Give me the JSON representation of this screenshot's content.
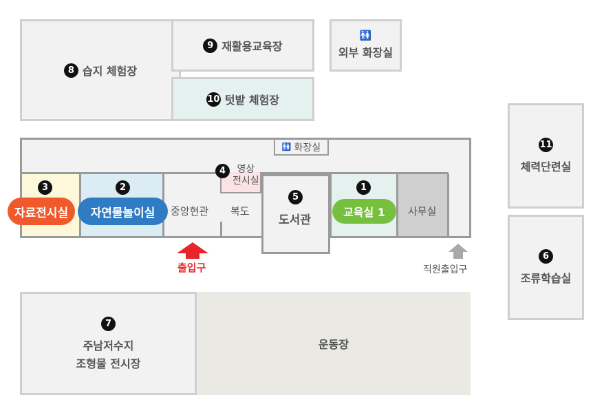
{
  "rooms": {
    "wetland": {
      "num": "8",
      "label": "습지 체험장"
    },
    "rehab": {
      "num": "9",
      "label": "재활용교육장"
    },
    "restroom_out": {
      "icon": "restroom-icon",
      "label": "외부 화장실"
    },
    "garden": {
      "num": "10",
      "label": "텃밭 체험장"
    },
    "fitness": {
      "num": "11",
      "label": "체력단련실"
    },
    "bird": {
      "num": "6",
      "label": "조류학습실"
    },
    "pond": {
      "num": "7",
      "line1": "주남저수지",
      "line2": "조형물 전시장"
    },
    "field": {
      "label": "운동장"
    }
  },
  "building": {
    "restroom_in": {
      "icon": "restroom-icon",
      "label": "화장실"
    },
    "video": {
      "num": "4",
      "line1": "영상",
      "line2": "전시실"
    },
    "archive": {
      "num": "3",
      "label": "자료전시실"
    },
    "nature": {
      "num": "2",
      "label": "자연물놀이실"
    },
    "lobby": {
      "label": "중앙현관"
    },
    "hall": {
      "label": "복도"
    },
    "library": {
      "num": "5",
      "label": "도서관"
    },
    "edu": {
      "num": "1",
      "label": "교육실 1"
    },
    "office": {
      "label": "사무실"
    }
  },
  "entrances": {
    "main": {
      "label": "출입구"
    },
    "staff": {
      "label": "직원출입구"
    }
  },
  "colors": {
    "archive_pill": "#f0592c",
    "nature_pill": "#2f7cc4",
    "edu_pill": "#76bf3f",
    "main_arrow": "#e8262a",
    "staff_arrow": "#a9a9a9",
    "wall": "#9a9a9a"
  }
}
